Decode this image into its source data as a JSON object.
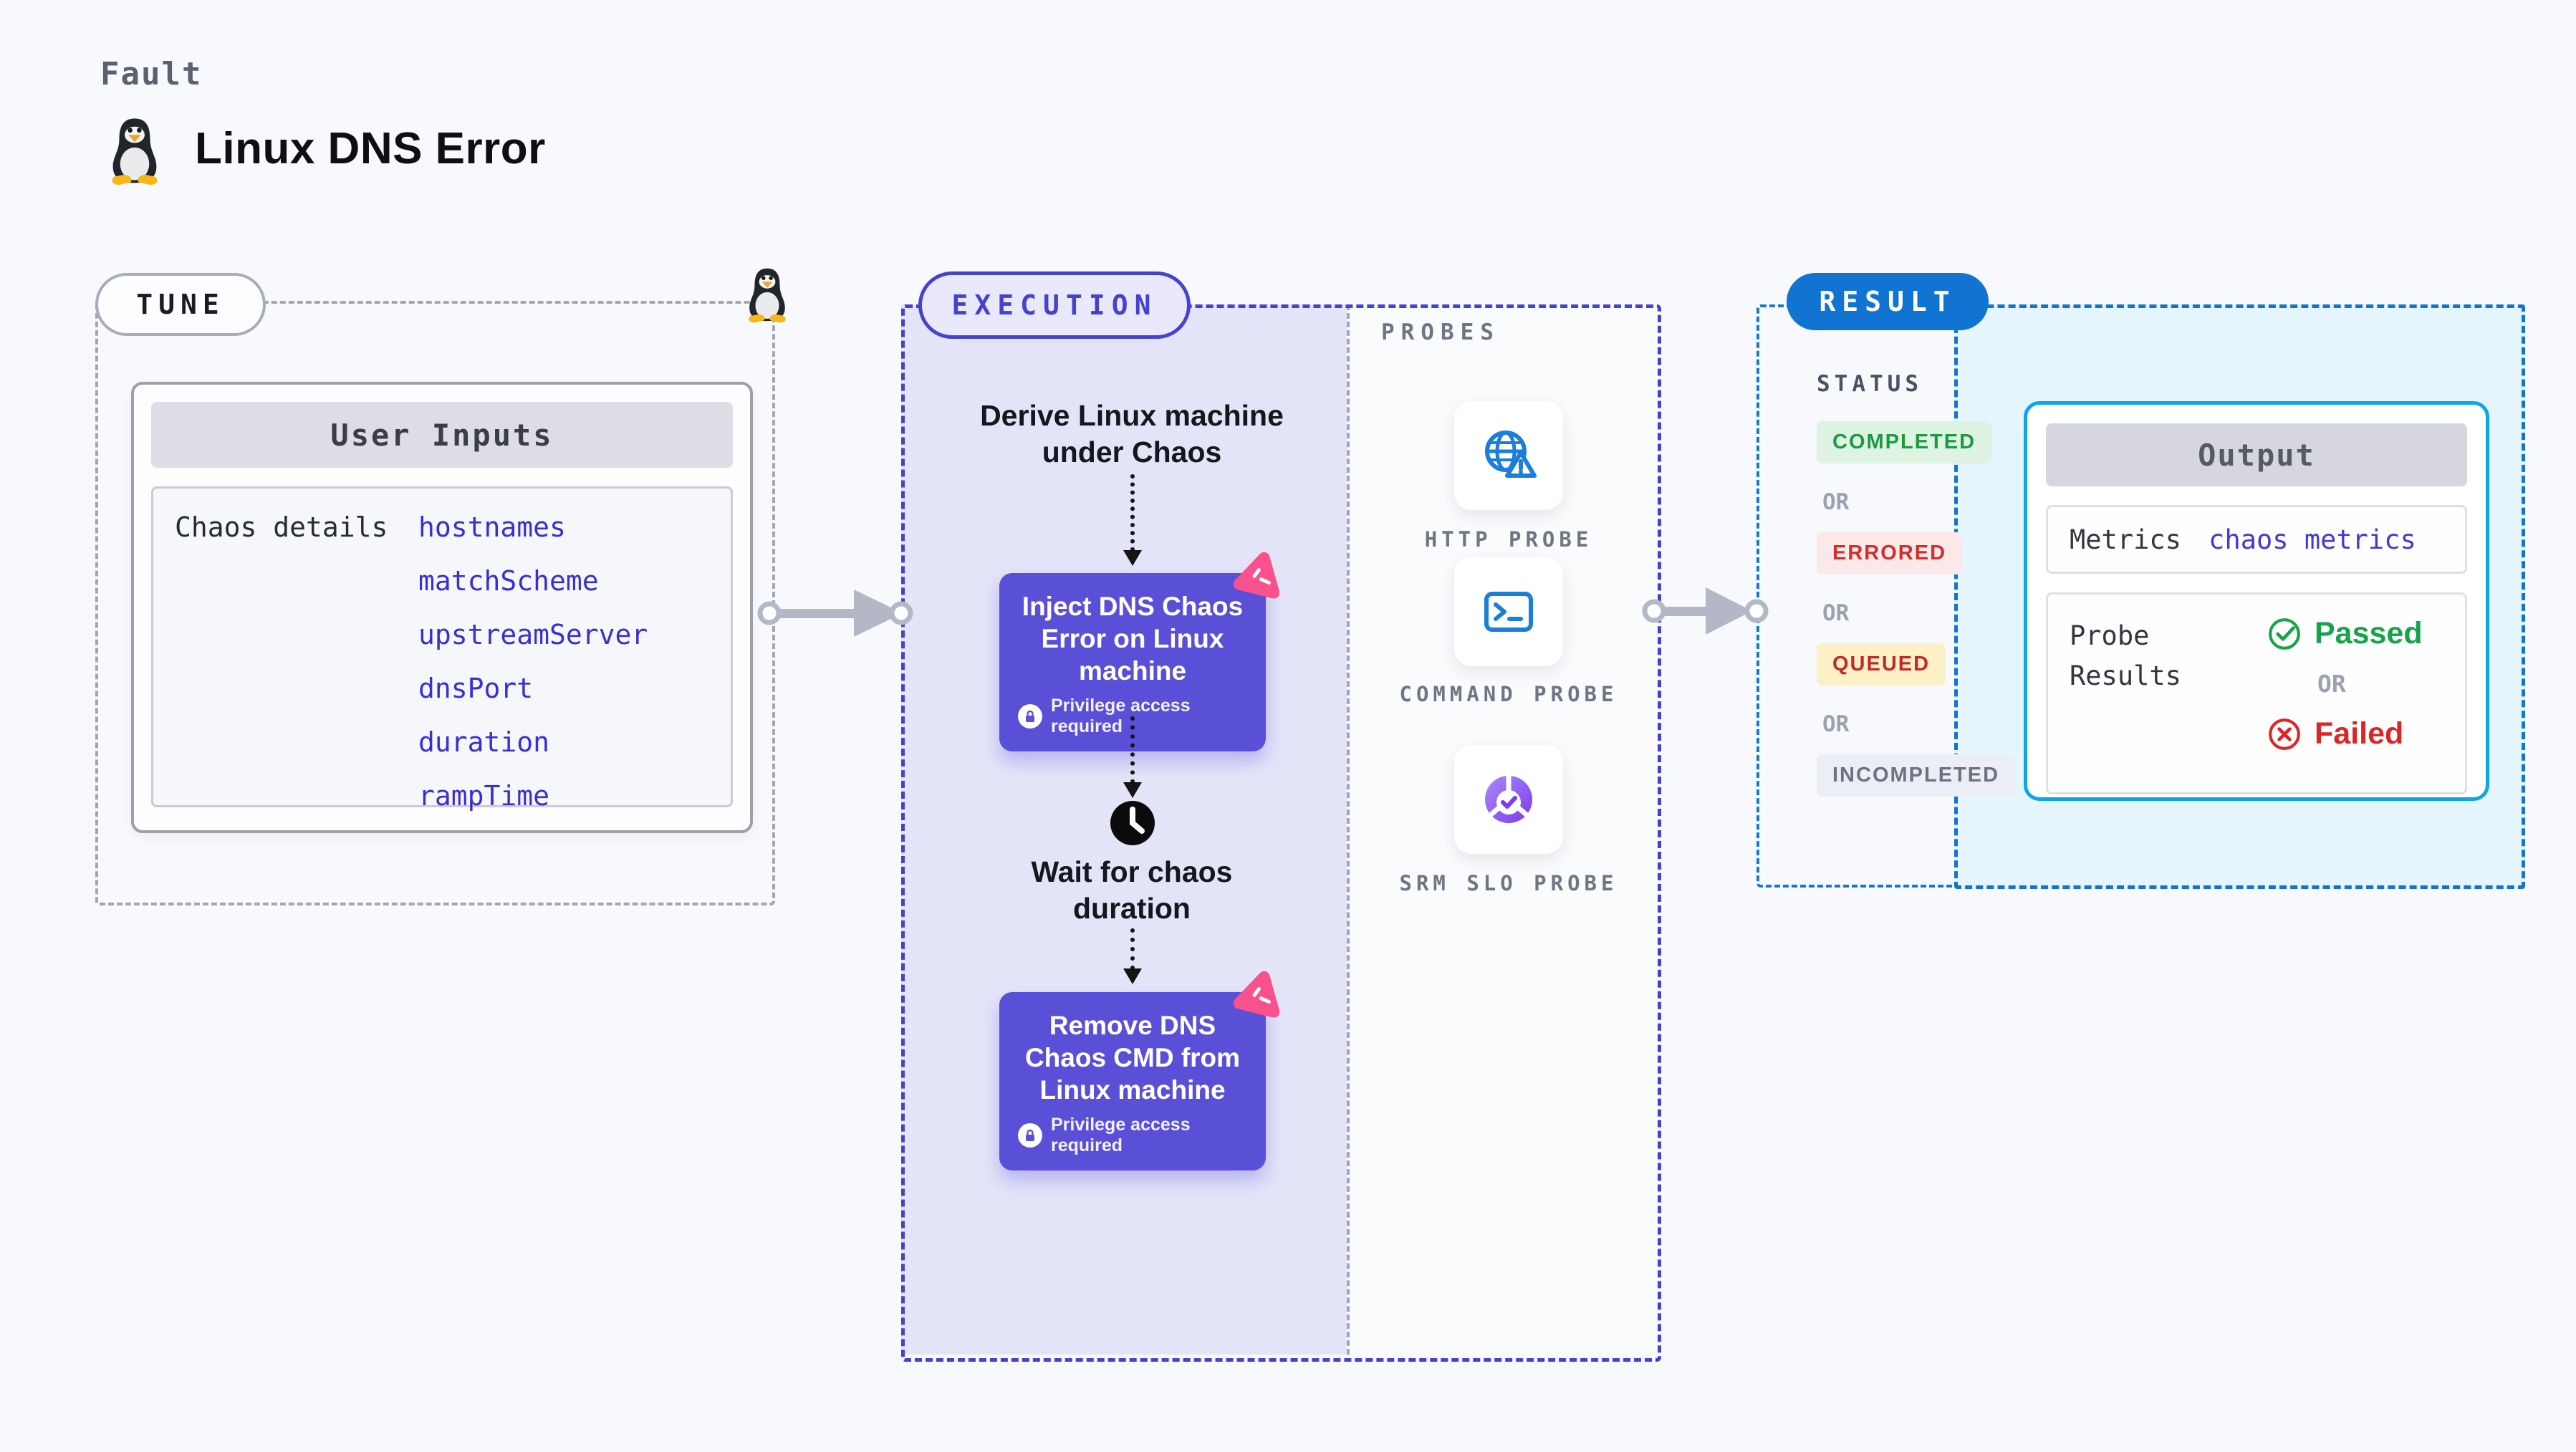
{
  "page": {
    "kicker": "Fault",
    "title": "Linux DNS Error"
  },
  "tune": {
    "label": "TUNE",
    "card_title": "User Inputs",
    "row_label": "Chaos details",
    "params": [
      "hostnames",
      "matchScheme",
      "upstreamServer",
      "dnsPort",
      "duration",
      "rampTime"
    ]
  },
  "execution": {
    "label": "EXECUTION",
    "derive_text": "Derive Linux machine under Chaos",
    "node1_title": "Inject DNS Chaos Error on Linux machine",
    "wait_text": "Wait for chaos duration",
    "node2_title": "Remove DNS Chaos CMD from Linux machine",
    "privilege_text": "Privilege access required"
  },
  "probes": {
    "label": "PROBES",
    "items": [
      {
        "name": "HTTP PROBE",
        "icon": "globe-warning-icon"
      },
      {
        "name": "COMMAND PROBE",
        "icon": "terminal-icon"
      },
      {
        "name": "SRM SLO PROBE",
        "icon": "slo-donut-check-icon"
      }
    ]
  },
  "result": {
    "label": "RESULT",
    "status_label": "STATUS",
    "or": "OR",
    "statuses": [
      "COMPLETED",
      "ERRORED",
      "QUEUED",
      "INCOMPLETED"
    ],
    "output": {
      "title": "Output",
      "metrics_label": "Metrics",
      "metrics_value": "chaos metrics",
      "probe_label": "Probe Results",
      "passed": "Passed",
      "failed": "Failed"
    }
  },
  "colors": {
    "page_bg": "#F7F9FC",
    "execution_accent": "#4543CE",
    "execution_fill": "#E4E4F9",
    "node_purple": "#5A50D8",
    "chaos_logo_pink": "#F9518C",
    "result_blue": "#1274D2",
    "result_fill": "#E4F5FD",
    "output_border": "#0EA5E9",
    "param_link_blue": "#392FD3",
    "probe_icon_blue": "#1B7ED8",
    "slo_purple": "#7C3AED",
    "passed_green": "#16A34A",
    "failed_red": "#DC2626",
    "completed_green": "#1C9A3F",
    "errored_red": "#CF2E2E",
    "queued_yellow_bg": "#FBF0C6",
    "connector_gray": "#B4B8C6"
  }
}
